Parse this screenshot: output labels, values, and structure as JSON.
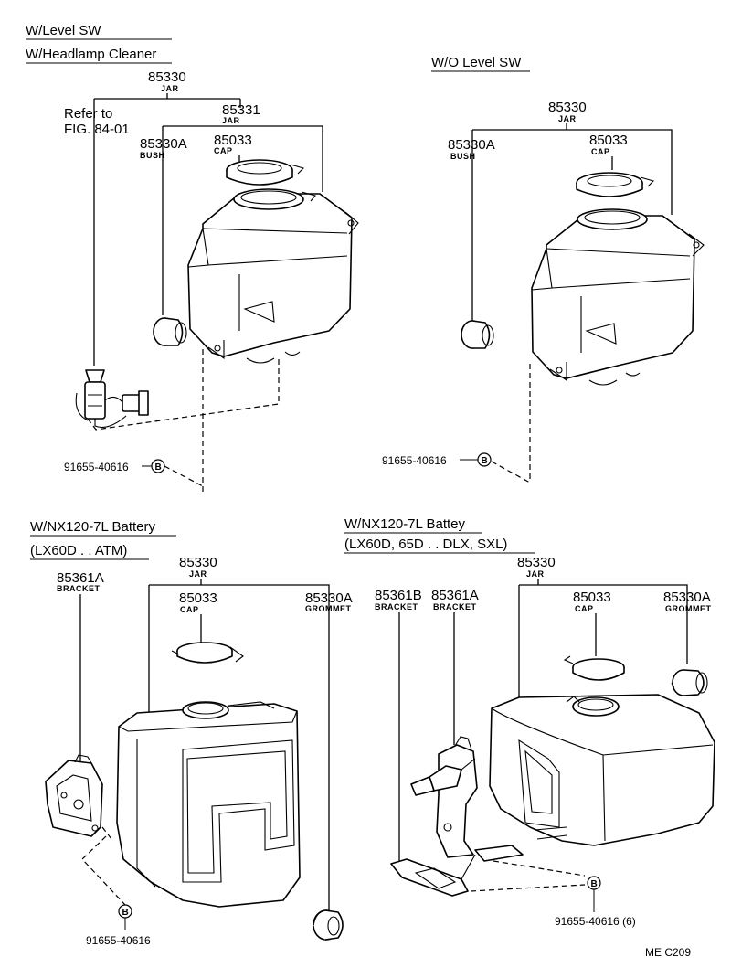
{
  "sections": {
    "top_left": {
      "heading1": "W/Level SW",
      "heading2": "W/Headlamp Cleaner",
      "jar1_no": "85330",
      "jar1_name": "JAR",
      "jar2_no": "85331",
      "jar2_name": "JAR",
      "refer_line1": "Refer to",
      "refer_line2": "FIG. 84-01",
      "bush_no": "85330A",
      "bush_name": "BUSH",
      "cap_no": "85033",
      "cap_name": "CAP",
      "bolt_no": "91655-40616",
      "bolt_mark": "B"
    },
    "top_right": {
      "heading1": "W/O Level SW",
      "jar_no": "85330",
      "jar_name": "JAR",
      "bush_no": "85330A",
      "bush_name": "BUSH",
      "cap_no": "85033",
      "cap_name": "CAP",
      "bolt_no": "91655-40616",
      "bolt_mark": "B"
    },
    "bottom_left": {
      "heading1": "W/NX120-7L Battery",
      "heading2": "(LX60D . . ATM)",
      "jar_no": "85330",
      "jar_name": "JAR",
      "bracket_no": "85361A",
      "bracket_name": "BRACKET",
      "cap_no": "85033",
      "cap_name": "CAP",
      "grommet_no": "85330A",
      "grommet_name": "GROMMET",
      "bolt_mark": "B",
      "bolt_no": "91655-40616"
    },
    "bottom_right": {
      "heading1": "W/NX120-7L Battey",
      "heading2": "(LX60D, 65D . . DLX, SXL)",
      "jar_no": "85330",
      "jar_name": "JAR",
      "bracket_b_no": "85361B",
      "bracket_b_name": "BRACKET",
      "bracket_a_no": "85361A",
      "bracket_a_name": "BRACKET",
      "cap_no": "85033",
      "cap_name": "CAP",
      "grommet_no": "85330A",
      "grommet_name": "GROMMET",
      "bolt_mark": "B",
      "bolt_no": "91655-40616 (6)"
    }
  },
  "footer_code": "ME  C209"
}
